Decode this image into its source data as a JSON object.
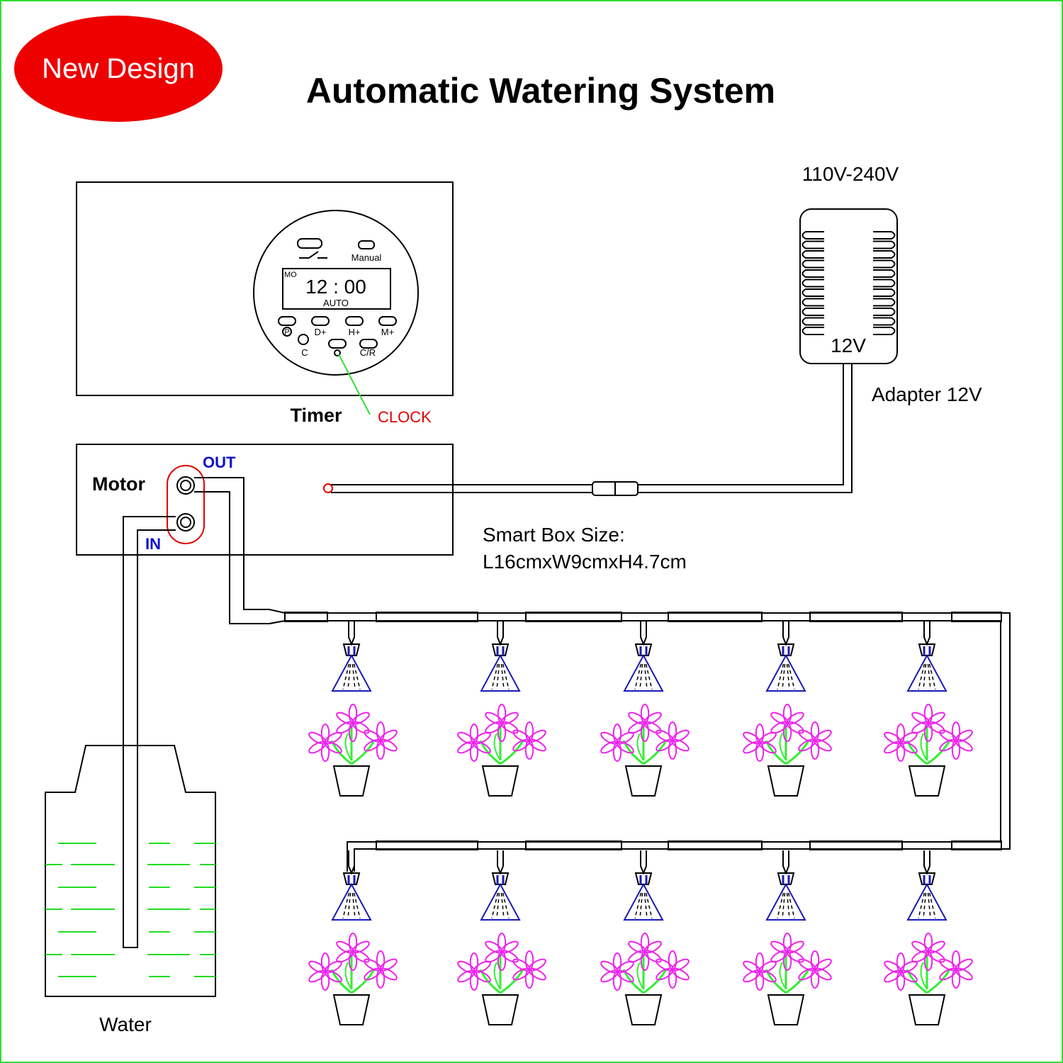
{
  "badge": {
    "text": "New Design",
    "color": "#ee0000"
  },
  "title": "Automatic Watering System",
  "timer": {
    "label": "Timer",
    "manual_label": "Manual",
    "display_day": "MO",
    "display_time": "12 : 00",
    "display_mode": "AUTO",
    "buttons_top": [
      "D+",
      "H+",
      "M+"
    ],
    "button_c": "C",
    "button_cr": "C/R",
    "clock_callout": "CLOCK"
  },
  "adapter": {
    "input_voltage": "110V-240V",
    "output_voltage": "12V",
    "label": "Adapter 12V"
  },
  "motor": {
    "label": "Motor",
    "out_label": "OUT",
    "in_label": "IN"
  },
  "box_size": {
    "line1": "Smart Box Size:",
    "line2": "L16cmxW9cmxH4.7cm"
  },
  "water": {
    "label": "Water",
    "line_color": "#22dd22"
  },
  "plants": {
    "flower_color": "#ee22ee",
    "stem_color": "#33ee33",
    "dripper_color": "#1a1ab4",
    "rows": 2,
    "per_row": 5
  }
}
